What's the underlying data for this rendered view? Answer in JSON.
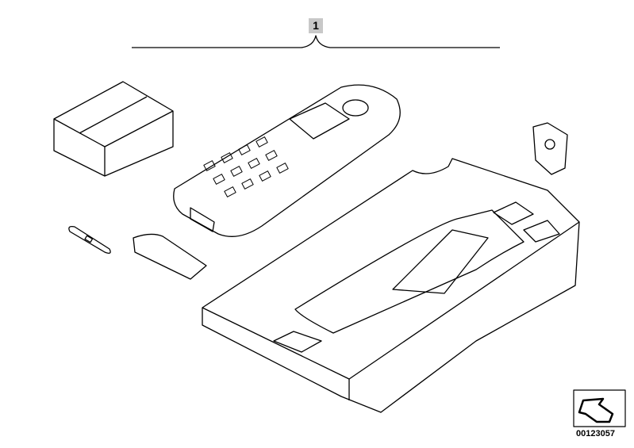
{
  "diagram": {
    "callout_number": "1",
    "reference_number": "00123057",
    "parts": [
      "gift-box",
      "handset",
      "pen-battery",
      "cover-flap",
      "clip",
      "cradle-tray"
    ]
  }
}
